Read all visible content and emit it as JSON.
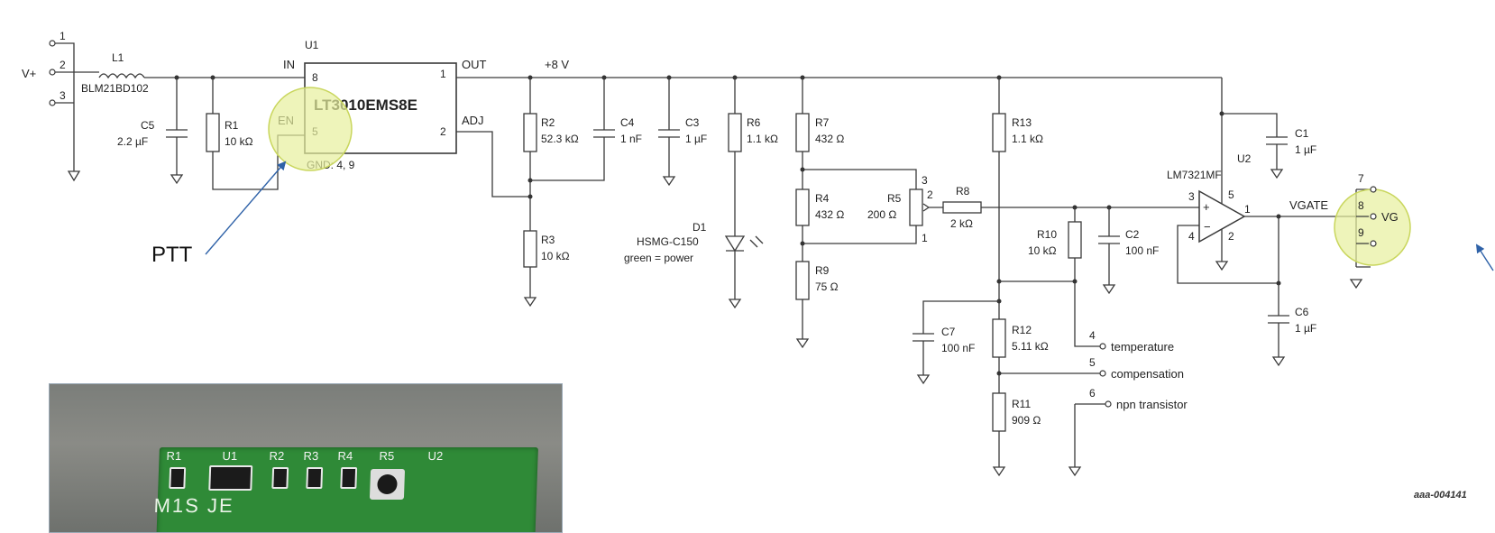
{
  "connectors": {
    "input_pins": [
      "1",
      "2",
      "3"
    ],
    "input_net": "V+",
    "output_pins": [
      "7",
      "8",
      "9"
    ],
    "output_net": "VG",
    "output_net_partial": "VG"
  },
  "components": {
    "L1": {
      "ref": "L1",
      "value": "BLM21BD102"
    },
    "C5": {
      "ref": "C5",
      "value": "2.2 µF"
    },
    "R1": {
      "ref": "R1",
      "value": "10 kΩ"
    },
    "U1": {
      "ref": "U1",
      "part": "LT3010EMS8E",
      "pin_in": "IN",
      "pin_in_num": "8",
      "pin_out": "OUT",
      "pin_out_num": "1",
      "pin_adj": "ADJ",
      "pin_adj_num": "2",
      "pin_en": "EN",
      "pin_en_num": "5",
      "gnd": "GND: 4, 9"
    },
    "R2": {
      "ref": "R2",
      "value": "52.3 kΩ"
    },
    "C4": {
      "ref": "C4",
      "value": "1 nF"
    },
    "C3": {
      "ref": "C3",
      "value": "1 µF"
    },
    "R3": {
      "ref": "R3",
      "value": "10 kΩ"
    },
    "R6": {
      "ref": "R6",
      "value": "1.1 kΩ"
    },
    "D1": {
      "ref": "D1",
      "part": "HSMG-C150",
      "note": "green = power"
    },
    "R7": {
      "ref": "R7",
      "value": "432 Ω"
    },
    "R4": {
      "ref": "R4",
      "value": "432 Ω"
    },
    "R5": {
      "ref": "R5",
      "value": "200 Ω",
      "pins": [
        "3",
        "2",
        "1"
      ]
    },
    "R8": {
      "ref": "R8",
      "value": "2 kΩ"
    },
    "R9": {
      "ref": "R9",
      "value": "75 Ω"
    },
    "R13": {
      "ref": "R13",
      "value": "1.1 kΩ"
    },
    "R10": {
      "ref": "R10",
      "value": "10 kΩ"
    },
    "C2": {
      "ref": "C2",
      "value": "100 nF"
    },
    "C7": {
      "ref": "C7",
      "value": "100 nF"
    },
    "R12": {
      "ref": "R12",
      "value": "5.11 kΩ"
    },
    "R11": {
      "ref": "R11",
      "value": "909 Ω"
    },
    "U2": {
      "ref": "U2",
      "part": "LM7321MF",
      "pins": [
        "3",
        "5",
        "1",
        "4",
        "2"
      ],
      "plus": "+",
      "minus": "−"
    },
    "C1": {
      "ref": "C1",
      "value": "1 µF"
    },
    "C6": {
      "ref": "C6",
      "value": "1 µF"
    }
  },
  "nets": {
    "rail": "+8 V",
    "vgate": "VGATE"
  },
  "outputs": [
    {
      "pin": "4",
      "label": "temperature"
    },
    {
      "pin": "5",
      "label": "compensation"
    },
    {
      "pin": "6",
      "label": "npn transistor"
    }
  ],
  "annotation": {
    "ptt": "PTT"
  },
  "figure_ref": "aaa-004141",
  "photo": {
    "silk_labels": [
      "R1",
      "U1",
      "R2",
      "R3",
      "R4",
      "R5",
      "U2"
    ],
    "silk_big": "M1S JE"
  },
  "colors": {
    "highlight": "#e7ef9c",
    "arrow": "#2f62a8",
    "wire": "#3a3a3a",
    "pcb": "#2f8a37"
  }
}
